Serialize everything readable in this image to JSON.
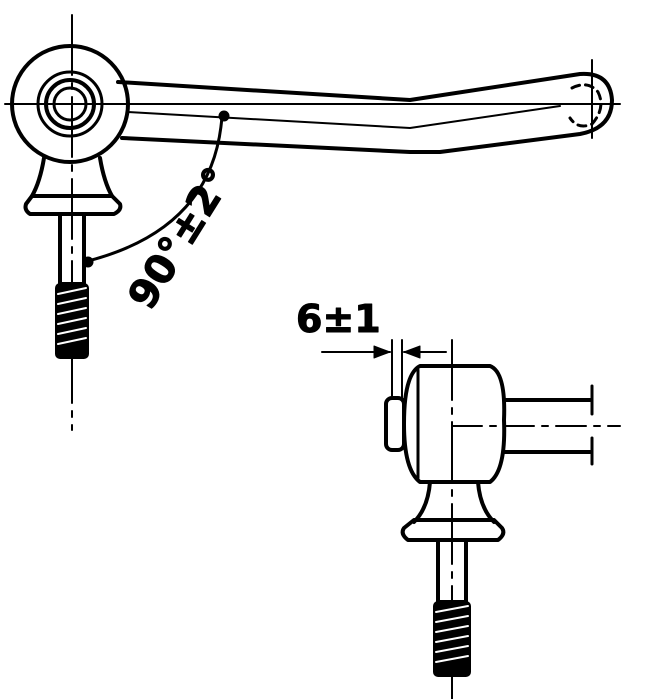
{
  "drawing": {
    "ink_color": "#000000",
    "paper_color": "#ffffff",
    "views": [
      {
        "id": "side-view",
        "parts": [
          "ball-joint-head",
          "lever-arm",
          "stud-collar",
          "threaded-stud",
          "center-lines"
        ]
      },
      {
        "id": "front-view",
        "parts": [
          "ball-joint-housing",
          "lever-stub",
          "stud-collar",
          "threaded-stud",
          "center-lines"
        ]
      }
    ],
    "dimensions": {
      "angle_label": "90°±2°",
      "offset_label": "6±1"
    }
  }
}
